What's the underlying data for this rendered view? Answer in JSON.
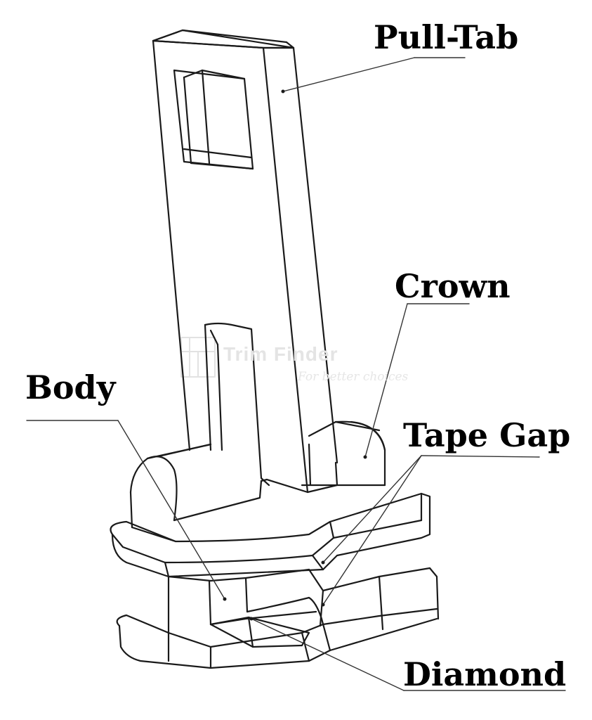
{
  "labels": {
    "pull_tab": "Pull-Tab",
    "crown": "Crown",
    "body": "Body",
    "tape_gap": "Tape Gap",
    "diamond": "Diamond"
  },
  "watermark": {
    "brand": "Trim Finder",
    "tagline": "For better choices"
  },
  "colors": {
    "line": "#1a1a1a",
    "leader": "#333333",
    "watermark": "#e4e4e4"
  }
}
